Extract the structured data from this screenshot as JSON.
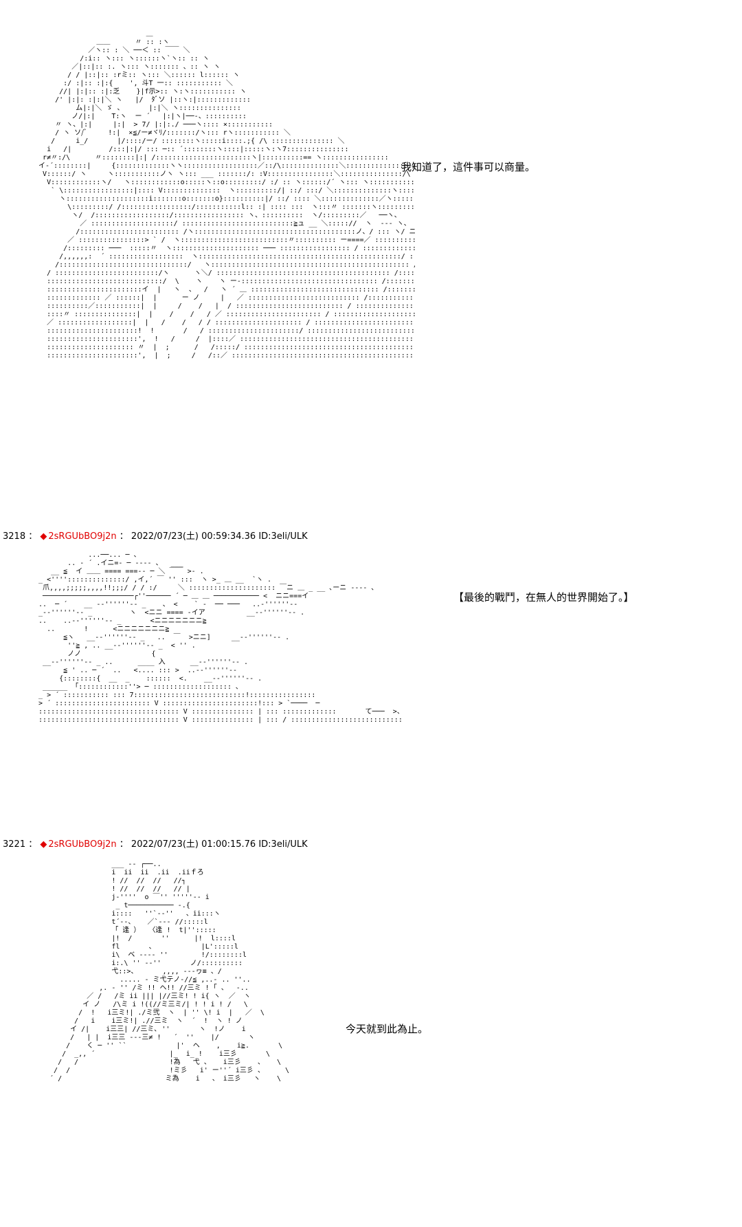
{
  "captions": {
    "first": "我知道了，這件事可以商量。",
    "second": "【最後的戰鬥，在無人的世界開始了。】",
    "third": "今天就到此為止。"
  },
  "posts": [
    {
      "number": "3218",
      "separator": "：",
      "diamond": "◆",
      "name": "2sRGUbBO9j2n",
      "colon": "：",
      "datetime": "2022/07/23(土) 00:59:34.36 ID:3eli/ULK"
    },
    {
      "number": "3221",
      "separator": "：",
      "diamond": "◆",
      "name": "2sRGUbBO9j2n",
      "colon": "：",
      "datetime": "2022/07/23(土) 01:00:15.76 ID:3eli/ULK"
    }
  ],
  "art": {
    "first": "                            ＿\n                ＿＿      〃 :: :ヽ\n              ／ヽ:: : ＼ ──＜ :: ￣￣ ＼\n            /:i:: ヽ::: ヽ::::::ヽ`ヽ:: :: ヽ\n          ／|::|:: :. ヽ::: ヽ::::::: 、:: ヽ ヽ\n         / / |::|:: :rミ:: ヽ::: ＼:::::: l:::::: ヽ\n        :/ :|:: :|:{    ', 斗T 一:: ::::::::::: ＼\n       //| |:|:: :|:乏    }|f示>:: ヽ:ヽ::::::::::: ヽ\n      /' |:|: :|:|＼ ヽ   |/  ﾀﾞソ |::ヽ:|:::::::::::::\n           ム|:|＼ ゞ 、      |:|＼ ヽ:::::::::::::::\n          ノ/|:|    T:ヽ  ー ´   |:|ヽ|──-、::::::::::\n      〃 ヽ、|:|     |:|  > 7/ |:|:./ ───ヽ:::: ×:::::::::::\n      / ヽ ソ/ﾞ     !:|  ×≦/ー≠ヾﾘ/:::::::/ヽ::: rヽ::::::::::: ＼\n     /     i_/       |/::::/ー/ ::::::::ヽ:::::i::::.;{ /\\ ::::::::::::::: ＼\n    i   /|         /:::|:|/ ::: ─:: ´::::::::ヽ::::|:::::ヽ:ヽ7:::::::::::::::\n   r≠〃:/\\      〃::::::::|:| /:::::::::::::::::::::::ヽ|::::::::::== ヽ::::::::::::::::\n  イ‐´::::::::|     {:::::::::::::ヽヽ::::::::::::::::::／::/\\::::::::::::::＼::::::::::::::::/\\\n   V::::::/ ヽ     ヽ:::::::::::ノヽ ヽ::: ___ :::::::/: :V::::::::::::::::＼:::::::::::::::/\\\n    V::::::::::::ヽ/   ヽ::::::::::::o:::::ヽ::o:::::::::/ :/ :: ヽ::::::/´ ヽ::: ヽ:::::::::::::::|\n     ` \\:::::::::::::::::|:::: V::::::::::::::  ヽ::::::::::/| ::/ :::/ ＼::::::::::::::ヽ::::::::::::::i\n       ヽ::::::::::::::::::::i:::::::o:::::::o}::::::::::|/ ::/ :::: ＼::::::::::::::／ヽ::::::::::|\n         \\:::::::::/ /:::::::::::::::::/:::::::::::l:: :| :::: :::  ヽ:::〃 :::::::ヽ::::::::::|\n          ヽ/  /::::::::::::::::::/::::::::::::::::: ヽ、::::::::::  ヽ/:::::::::／   ──ヽ、\n            ／ ::::::::::::::::::::/ :::::::::::::::::::::::::::≧ュ __ ＼::::://  ヽ  --- ヽ、\n           /:::::::::::::::::::::::: /ヽ:::::::::::::::::::::::::::::::::::::::ノ、/ ::: ヽ/ ニ>、__ニ:ヽ/\n         ／ ::::::::::::::::> ` /  ヽ::::::::::::::::::::::::::〃:::::::::: ー====／ ::::::::::::::::/:|::\\\n        /::::::::: ───  :::::〃  ヽ::::::::::::::::::::: ─── ::::::::::::::::: / ::::::::::::::::/ :|::::\n       /,,,,,,:  ´ ::::::::::::::::::  ヽ:::::::::::::::::::::::::::::::::::::::::::::::::/ ::::::::::::::/:::|::::\n      /:::::::::::::::::::::::::::::::/   ヽ:::::::::::::::::::::::::::::::::::::::::::::::: /:::::::::::::/:::::|::::\n    / :::::::::::::::::::::::::/ヽ      ヽ＼/ :::::::::::::::::::::::::::::::::::::::::: /:::::::::::/::::::::|::::\n    ::::::::::::::::::::::::::::/  \\    ヽ    ヽ ー-::::::::::::::::::::::::::::::::: /:::::::::::::::::: |::::::\n    :::::::::::::::::::::::イ  |   ヽ  、  /   ヽ ´ ＿ ::::::::::::::::::::::::::::::: /:::::::::::::::::: |::::\n    ::::::::::::: ／ ::::::|  |      ー ノ     |   ／ ::::::::::::::::::::::::::: /::::::::::::::::::: |::::\n    ::::::::::／:::::::::::|  |     /    /   |  / :::::::::::::::::::::::::: / ::::::::::::::::::::: |::::\n    ::::〃 :::::::::::::::|  |    /    /   / ／ ::::::::::::::::::::::: / :::::::::::::::::::::::: |::::\n    ／ ::::::::::::::::::|  |   /    /   / / ::::::::::::::::::::: / :::::::::::::::::::::::::: |::::\n    ::::::::::::::::::::::!  !       /   / ::::::::::::::::::::::/ :::::::::::::::::::::::::::: |::::\n    ::::::::::::::::::::::',  !   /     /  |::::／ ::::::::::::::::::::::::::::::::::::::::::: |::::\n    ::::::::::::::::::::: 〃  |  ;      /   /:::::/ ::::::::::::::::::::::::::::::::::::::::::: |::::\n    ::::::::::::::::::::::',  |  ;     /   /::／ :::::::::::::::::::::::::::::::::::::::::::::: |::::",
    "second": "              ...──... ─ 、\n         .. - ´ .イニ=- ─ ---- 、  ___\n     __ ≦  イ ＿＿ ==== ===-- ─ ＼ ￣￣ >- .\n  _ <''''::::::::::::::/ ,イ,´ ￣ '' :::  ヽ >_ ＿ __  `ヽ .\n   爪,,,,;;;;;,,,,!!;;;/ / / :/     ＼ ::::::::::::::::::::: ￣ニ ＿ _ __ ､ーニ ---- ､\n   ──────────────────────┌''────── ´ ─ ＿ ＿ ─────────── <  ニニ===イ\n  ..  ─ ´    __ --''''''-- _    、 <    ` -  ── ───   ..-''''''--\n  _--''''''-- _         ヽ  <ニニ ==== -イア          __--''''''-- .\n  ..    ..--''''''-- _       <ニニニニニニニ≧\n    ..       !      <ニニニニニニニ≧\n        ≦ヽ   __--''''''-- _   ..  ￣  >ニニ]     __--''''''-- .\n         ''≧ , .. __--''''''-- _  < '' .\n         ノノ                 {\n   __--''''''-- _ ..      ____ 入      __--''''''-- .\n        ≦ ' .. ─ ´  ..   <.... ::: >  ..--''''''--\n       {::::::::{  __  _    ::::::  <.    __--''''''-- .\n   ______ 「::::::::::::''> ─ ::::::::::::::::::: ､\n  _ > ´ ::::::::::: ::: 7:::::::::::::::::::::::::::!::::::::::::::::\n  > ´ ::::::::::::::::::::::: V :::::::::::::::::::::::!::: > `────  ─\n  :::::::::::::::::::::::::::::::::: V ::::::::::::::: | ::: :::::::::::::       て───  >、\n  :::::::::::::::::::::::::::::::::: V ::::::::::::::: | ::: / :::::::::::::::::::::::::::",
    "third": "                 ___ -- ┌──..\n                 i  ii  ii  .ii  .iiｆろ\n                 ! //  //  //   //┐\n                 ! //  //  //   // |\n                 j-''''  o ￣'' '''''-- i\n                  _ t─────────── -.{\n                 i::::   ''`--''   、ii:::ヽ\n                 t´--、   ／`--- //:::::l\n                 「 逢 ）  〈逢 !  t|'':::::\n                 |!  /       ''      |!  l::::l\n                 fl       、           |L':::::l\n                 i\\  ベ ---- ''        !/::::::::l\n                 i:.\\ '' --''       ノ/::::::::::\n                 弋::>、      ,,,, ---ヮ≡ 、/\n                   ..... - ミ弋テノ-//≦ ,..- .. ''..\n              ,. - '' /ミ !! ヘ!! //三ミ ! ｢ 、  -..\n           ／ /   /ミ ii ||| |//三ミ! ! i{ ヽ  ／  ヽ\n          イ ノ   /\\ミ i !((//ミ三ミ/| ! ! i ! /   \\\n         /  !   i三ミ!| ./ミ弐  ヽ  | '' \\! i  |   ／  \\\n        /   i    i三ミ!| .//三ミ  ヽ  ´  !  ヽ ! ノ\n       イ /|    i三三| //三ミ､ ''       ヽ  !ノ    i\n       /   | |  i三三 ---三≠ !   ´  ''    |/       ヽ\n      /    く ─ '' ``            |'  ヘ    ,    i≧.       \\\n     /  _,, ´                  |_  i_ !    i三彡       \\\n    /   /                      !為   弋 、   i三彡    、   \\\n   /  /                        !ミ彡   i' ー''´ i三彡 、     \\\n  ´ /                         ミ為    i   、 i三彡   ヽ    \\"
  }
}
